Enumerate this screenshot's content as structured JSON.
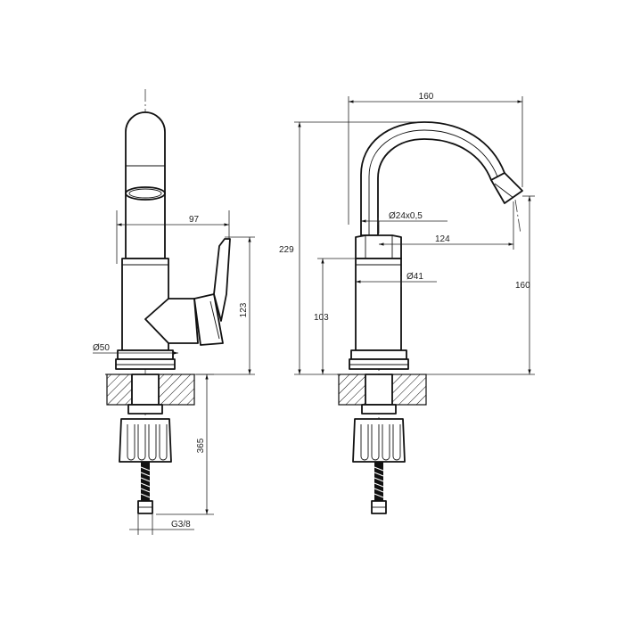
{
  "drawing": {
    "dimensions": {
      "side_reach": "97",
      "side_height": "123",
      "base_diameter": "Ø50",
      "pipe_length": "365",
      "thread": "G3/8",
      "front_width": "160",
      "total_height": "229",
      "outlet_thread": "Ø24x0,5",
      "spout_reach": "124",
      "body_diameter": "Ø41",
      "body_height": "103",
      "spout_height": "160"
    }
  }
}
